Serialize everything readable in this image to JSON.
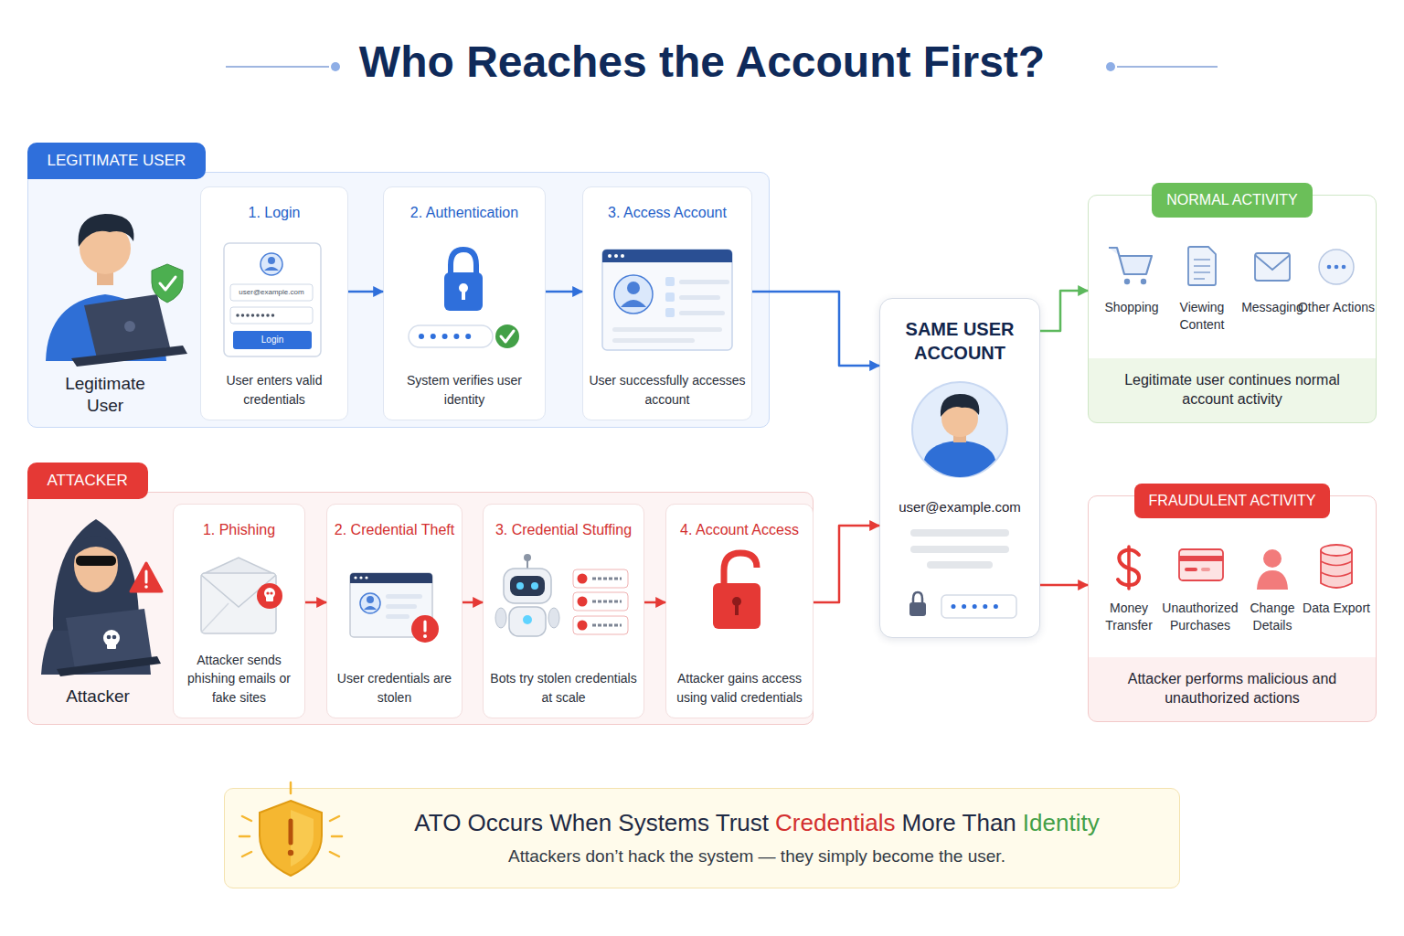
{
  "diagram": {
    "title": "Who Reaches the Account First?",
    "nodes": [
      {
        "text": [
          "LEGITIMATE USER"
        ]
      },
      {
        "text": [
          "1. Login",
          "User enters valid credentials"
        ],
        "in": 0
      },
      {
        "text": [
          "2. Authentication",
          "System verifies user identity"
        ],
        "in": 0
      },
      {
        "text": [
          "3. Access Account",
          "User successfully accesses account"
        ],
        "in": 0
      },
      {
        "text": [
          "ATTACKER"
        ]
      },
      {
        "text": [
          "1. Phishing",
          "Attacker sends phishing emails or fake sites"
        ],
        "in": 4
      },
      {
        "text": [
          "2. Credential Theft",
          "User credentials are stolen"
        ],
        "in": 4
      },
      {
        "text": [
          "3. Credential Stuffing",
          "Bots try stolen credentials at scale"
        ],
        "in": 4
      },
      {
        "text": [
          "4. Account Access",
          "Attacker gains access using valid credentials"
        ],
        "in": 4
      },
      {
        "text": [
          "SAME USER ACCOUNT",
          "user@example.com"
        ]
      },
      {
        "text": [
          "NORMAL ACTIVITY",
          "Legitimate user continues normal account activity"
        ]
      },
      {
        "text": [
          "FRAUDULENT ACTIVITY",
          "Attacker performs malicious and unauthorized actions"
        ]
      },
      {
        "text": [
          "ATO Occurs When Systems Trust",
          "Credentials",
          "More Than",
          "Identity",
          "Attackers don’t hack the system — they simply become the user."
        ]
      }
    ],
    "edges": [
      {
        "from": 1,
        "to": 2,
        "arrow": "to"
      },
      {
        "from": 2,
        "to": 3,
        "arrow": "to"
      },
      {
        "from": 3,
        "to": 9,
        "arrow": "to"
      },
      {
        "from": 5,
        "to": 6,
        "arrow": "to"
      },
      {
        "from": 6,
        "to": 7,
        "arrow": "to"
      },
      {
        "from": 7,
        "to": 8,
        "arrow": "to"
      },
      {
        "from": 8,
        "to": 9,
        "arrow": "to"
      },
      {
        "from": 9,
        "to": 10,
        "arrow": "to"
      },
      {
        "from": 9,
        "to": 11,
        "arrow": "to"
      }
    ],
    "labels": [
      "Legitimate User",
      "user@example.com",
      "Login",
      "Attacker",
      "Shopping",
      "Viewing Content",
      "Messaging",
      "Other Actions",
      "Money Transfer",
      "Unauthorized Purchases",
      "Change Details",
      "Data Export"
    ]
  }
}
